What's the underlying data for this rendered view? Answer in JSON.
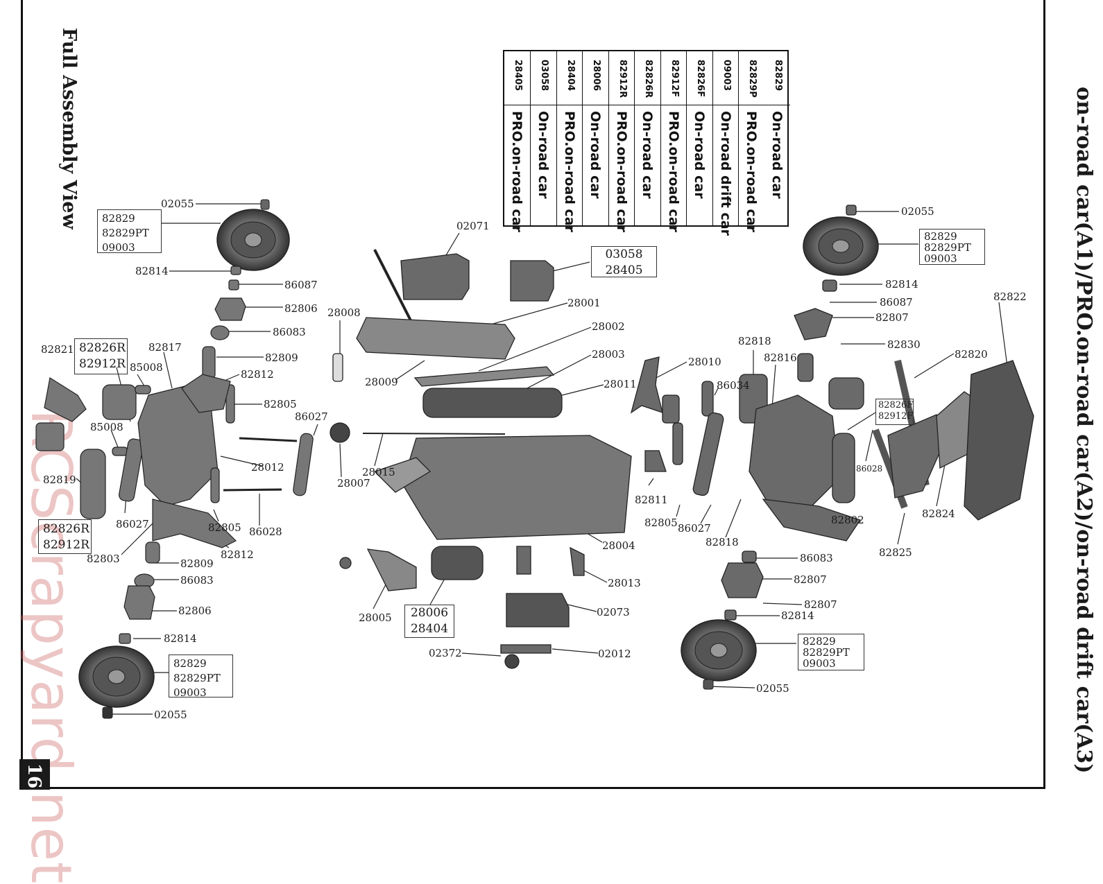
{
  "left_title": "Full Assembly View",
  "right_title": "on-road car(A1)/PRO.on-road car(A2)/on-road drift car(A3)",
  "page_number": "16",
  "watermark": "RCScrapyard.net",
  "parts_table": [
    {
      "code": "82829",
      "desc": "On-road car"
    },
    {
      "code": "82829P",
      "desc": "PRO.on-road car"
    },
    {
      "code": "09003",
      "desc": "On-road drift car"
    },
    {
      "code": "82826F",
      "desc": "On-road car"
    },
    {
      "code": "82912F",
      "desc": "PRO.on-road car"
    },
    {
      "code": "82826R",
      "desc": "On-road car"
    },
    {
      "code": "82912R",
      "desc": "PRO.on-road car"
    },
    {
      "code": "28006",
      "desc": "On-road car"
    },
    {
      "code": "28404",
      "desc": "PRO.on-road car"
    },
    {
      "code": "03058",
      "desc": "On-road car"
    },
    {
      "code": "28405",
      "desc": "PRO.on-road car"
    }
  ],
  "labels": {
    "l_02055a": "02055",
    "l_82814a": "82814",
    "l_86087a": "86087",
    "l_82806a": "82806",
    "l_86083a": "86083",
    "l_82809a": "82809",
    "l_82812a": "82812",
    "l_82805a": "82805",
    "l_86027a": "86027",
    "l_82817": "82817",
    "l_82821": "82821",
    "l_85008a": "85008",
    "l_85008b": "85008",
    "l_82819": "82819",
    "l_86027b": "86027",
    "l_28012": "28012",
    "l_82805b": "82805",
    "l_28028a": "86028",
    "l_82812b": "82812",
    "l_82803": "82803",
    "l_82809b": "82809",
    "l_86083b": "86083",
    "l_82806b": "82806",
    "l_82814b": "82814",
    "l_02055b": "02055",
    "l_02071": "02071",
    "l_28008": "28008",
    "l_28001": "28001",
    "l_28002": "28002",
    "l_28003": "28003",
    "l_28009": "28009",
    "l_28011": "28011",
    "l_28007": "28007",
    "l_28015": "28015",
    "l_28004": "28004",
    "l_28013": "28013",
    "l_28005": "28005",
    "l_02073": "02073",
    "l_02372": "02372",
    "l_02012": "02012",
    "l_28010": "28010",
    "l_86034": "86034",
    "l_82811": "82811",
    "l_82805c": "82805",
    "l_86027c": "86027",
    "l_82818a": "82818",
    "l_82816": "82816",
    "l_82818b": "82818",
    "l_02055c": "02055",
    "l_82814c": "82814",
    "l_86087c": "86087",
    "l_82807a": "82807",
    "l_82830": "82830",
    "l_82822": "82822",
    "l_82820": "82820",
    "l_86028b": "86028",
    "l_82802": "82802",
    "l_82824": "82824",
    "l_82825": "82825",
    "l_86083c": "86083",
    "l_82807b": "82807",
    "l_82807c": "82807",
    "l_82814d": "82814",
    "l_02055d": "02055"
  },
  "boxes": {
    "b_wheel_tl": [
      "82829",
      "82829PT",
      "09003"
    ],
    "b_shock_l": [
      "82826R",
      "82912R"
    ],
    "b_shock_l2": [
      "82826R",
      "82912R"
    ],
    "b_wheel_bl": [
      "82829",
      "82829PT",
      "09003"
    ],
    "b_esc": [
      "03058",
      "28405"
    ],
    "b_motor": [
      "28006",
      "28404"
    ],
    "b_wheel_tr": [
      "82829",
      "82829PT",
      "09003"
    ],
    "b_shock_r": [
      "82826F",
      "82912F"
    ],
    "b_wheel_br": [
      "82829",
      "82829PT",
      "09003"
    ]
  }
}
